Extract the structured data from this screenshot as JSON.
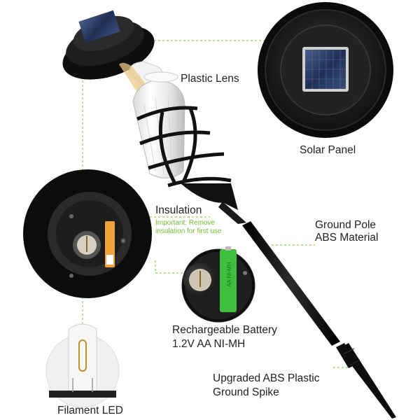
{
  "labels": {
    "plastic_lens": "Plastic Lens",
    "solar_panel": "Solar Panel",
    "insulation": "Insulation",
    "insulation_note_line1": "Important: Remove",
    "insulation_note_line2": "insulation for first use",
    "ground_pole_line1": "Ground Pole",
    "ground_pole_line2": "ABS Material",
    "battery_line1": "Rechargeable Battery",
    "battery_line2": "1.2V AA NI-MH",
    "spike_line1": "Upgraded ABS Plastic",
    "spike_line2": "Ground Spike",
    "filament_led": "Filament LED"
  },
  "colors": {
    "callout_line": "#8fcf4f",
    "note_text": "#6fbf2e",
    "body_black": "#161616",
    "battery_green": "#3fbf3f",
    "insulation_orange": "#f2a23a"
  }
}
